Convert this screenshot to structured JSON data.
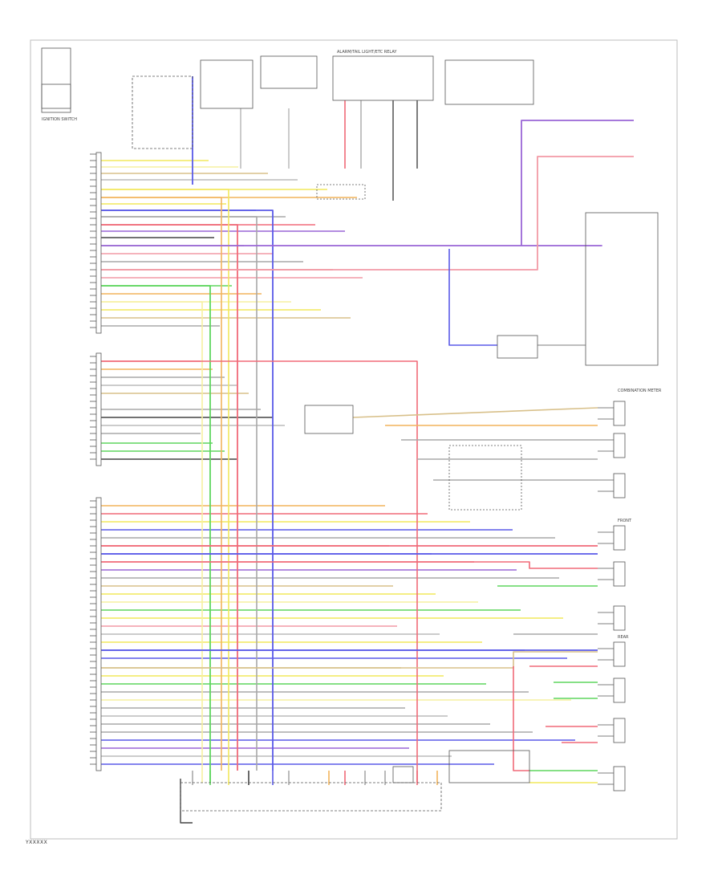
{
  "footer_code": "YXXXXX",
  "labels": {
    "relay_header": "ALARM/TAIL LIGHT/ETC RELAY",
    "right_section": "COMBINATION METER",
    "front_header": "FRONT",
    "rear_header": "REAR",
    "reading_wires": "IGNITION SWITCH"
  },
  "colors": {
    "red": "#f06a78",
    "pink": "#f29aa6",
    "yellow": "#f2e85c",
    "lightyellow": "#f6f0a0",
    "blue": "#5a5ae8",
    "violet": "#9a66d6",
    "green": "#5ed65e",
    "gray": "#a8a8a8",
    "black": "#444444",
    "orange": "#f2b45c",
    "tan": "#d8c08a",
    "white": "#bcbcbc"
  }
}
